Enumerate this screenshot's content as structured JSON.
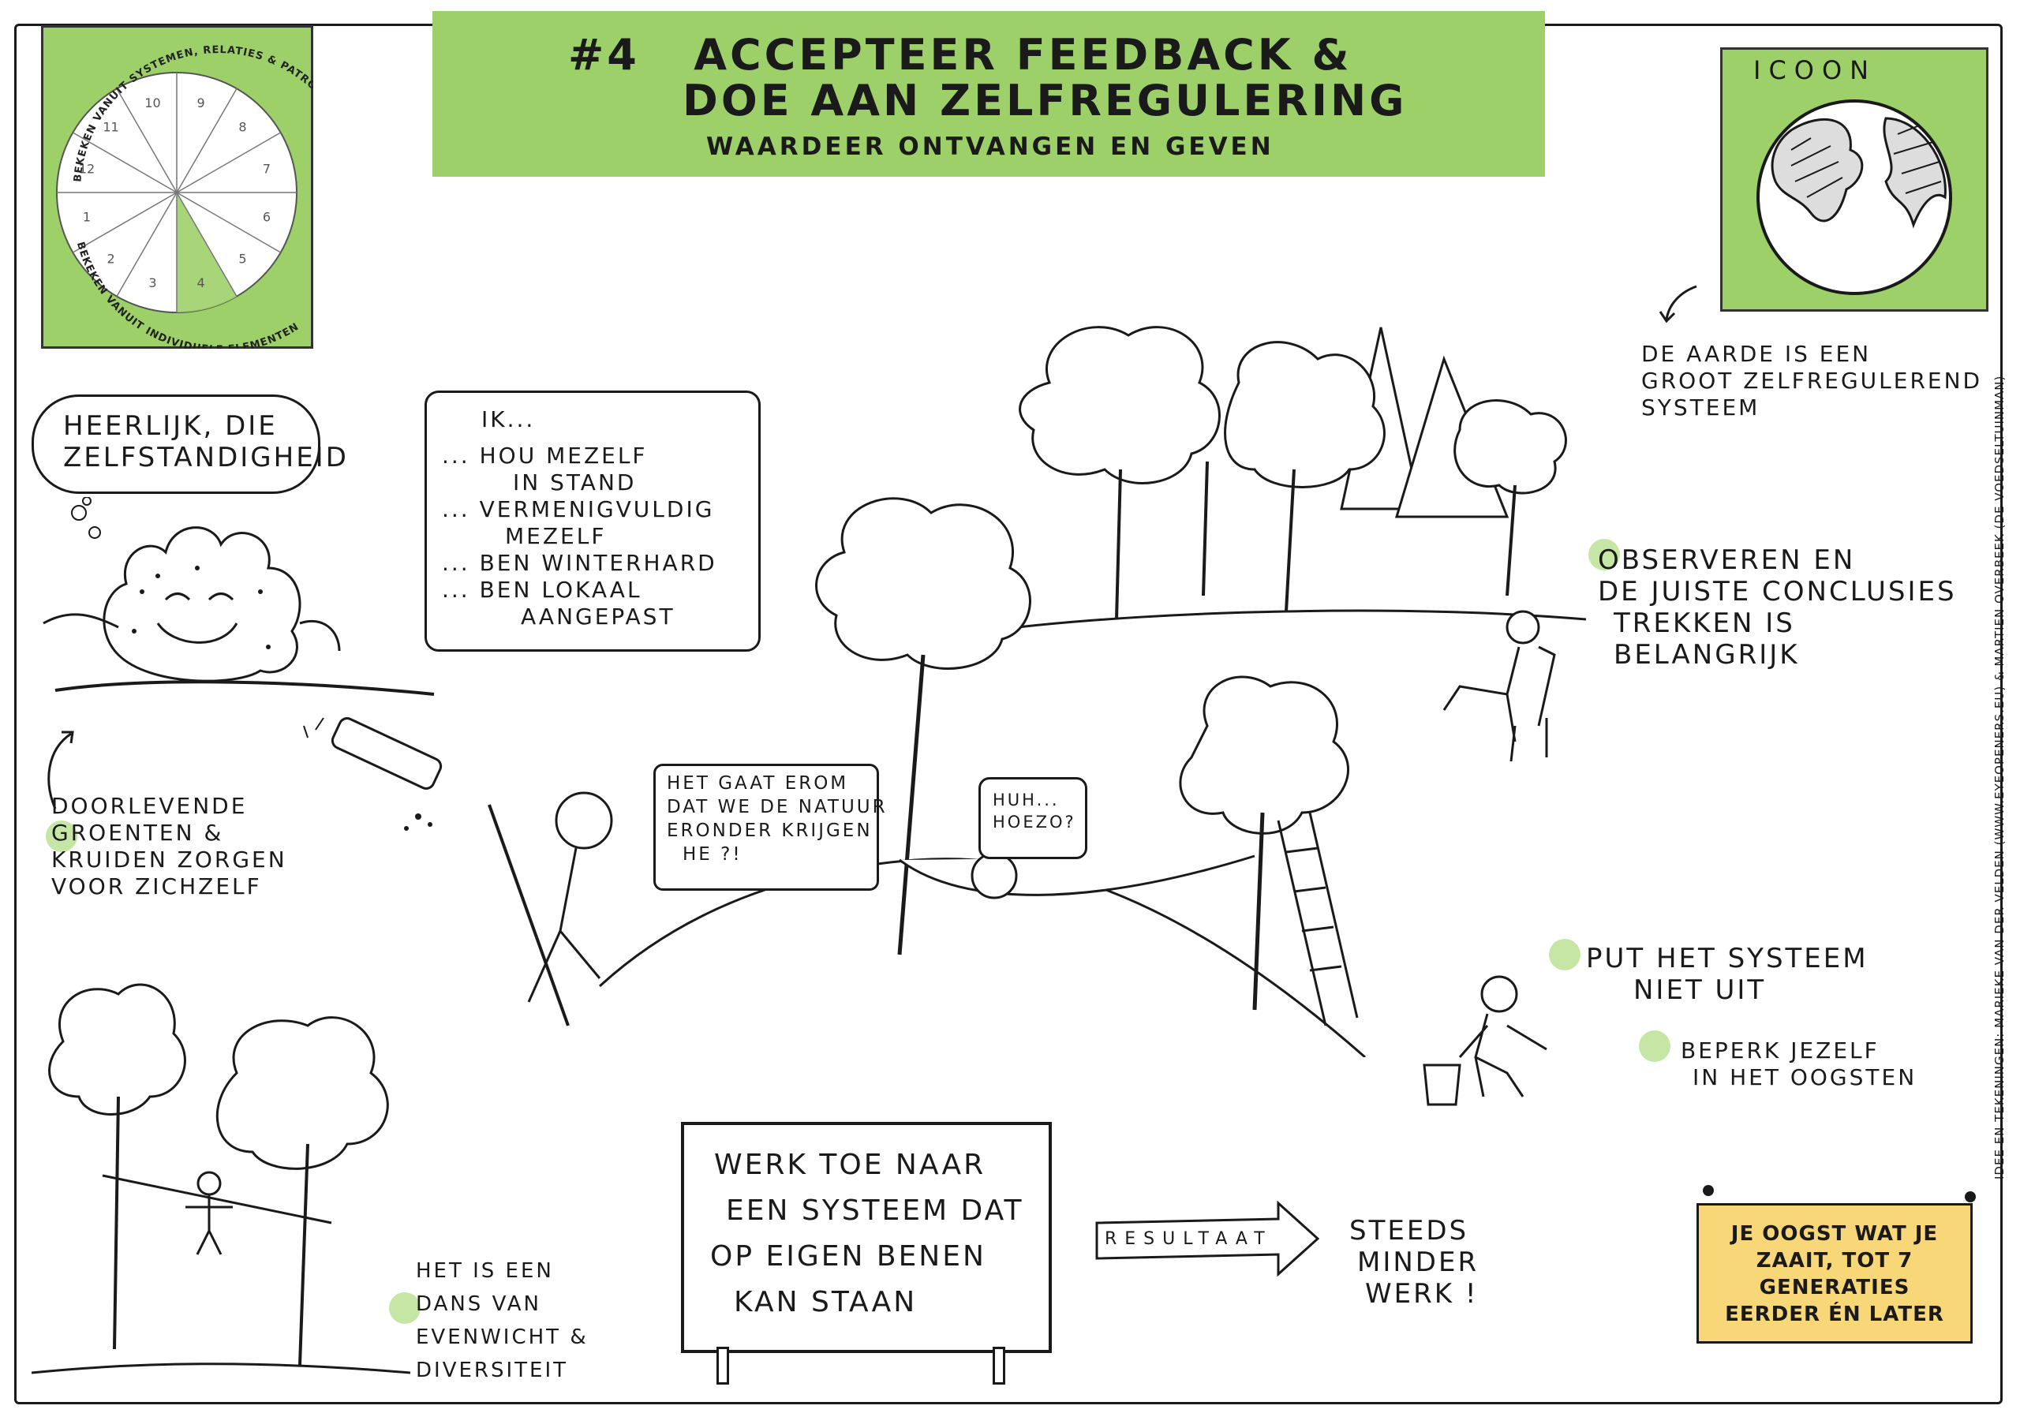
{
  "title": {
    "number": "#4",
    "line1": "ACCEPTEER FEEDBACK &",
    "line2": "DOE AAN ZELFREGULERING",
    "subtitle": "WAARDEER ONTVANGEN EN GEVEN"
  },
  "wheel": {
    "top_text": "BEKEKEN VANUIT SYSTEMEN, RELATIES & PATRONEN",
    "bottom_text": "BEKEKEN VANUIT INDIVIDUELE ELEMENTEN",
    "segments": [
      "1",
      "2",
      "3",
      "4",
      "5",
      "6",
      "7",
      "8",
      "9",
      "10",
      "11",
      "12"
    ],
    "highlighted": "4"
  },
  "icon_box": {
    "label": "ICOON",
    "caption": [
      "DE AARDE IS EEN",
      "GROOT ZELFREGULEREND",
      "SYSTEEM"
    ]
  },
  "thought": [
    "HEERLIJK, DIE",
    "ZELFSTANDIGHEID"
  ],
  "ik_box": [
    "IK...",
    "... HOU MEZELF",
    "IN STAND",
    "... VERMENIGVULDIG",
    "MEZELF",
    "... BEN WINTERHARD",
    "... BEN LOKAAL",
    "AANGEPAST"
  ],
  "left_note": [
    "DOORLEVENDE",
    "GROENTEN &",
    "KRUIDEN ZORGEN",
    "VOOR ZICHZELF"
  ],
  "speech1": [
    "HET GAAT EROM",
    "DAT WE DE NATUUR",
    "ERONDER KRIJGEN",
    "HE ?!"
  ],
  "speech2": [
    "HUH...",
    "HOEZO?"
  ],
  "right_notes": {
    "observe": [
      "OBSERVEREN EN",
      "DE JUISTE CONCLUSIES",
      "TREKKEN IS",
      "BELANGRIJK"
    ],
    "deplete": [
      "PUT HET SYSTEEM",
      "NIET UIT"
    ],
    "limit": [
      "BEPERK JEZELF",
      "IN HET OOGSTEN"
    ]
  },
  "dance": [
    "HET IS EEN",
    "DANS VAN",
    "EVENWICHT &",
    "DIVERSITEIT"
  ],
  "sign": [
    "WERK TOE NAAR",
    "EEN SYSTEEM DAT",
    "OP EIGEN BENEN",
    "KAN STAAN"
  ],
  "arrow_label": "RESULTAAT",
  "result": [
    "STEEDS",
    "MINDER",
    "WERK !"
  ],
  "note": [
    "JE OOGST WAT JE",
    "ZAAIT, TOT 7",
    "GENERATIES",
    "EERDER ÉN LATER"
  ],
  "credits": "IDEE EN TEKENINGEN: MARIEKE VAN DER VELDEN (WWW.EYEOPENERS.EU) & MARTIEN OVERBEEK (DE VOEDSELTUINMAN)",
  "colors": {
    "green": "#9dd068",
    "light_green_dot": "#c6e6a6",
    "yellow_note": "#f7d777",
    "ink": "#1a1a1a"
  }
}
